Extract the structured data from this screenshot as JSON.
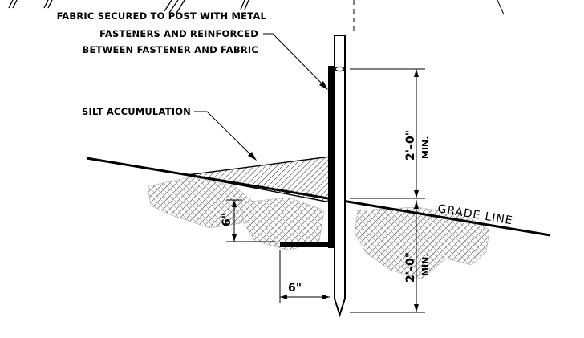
{
  "callouts": {
    "fabric_line1": "FABRIC SECURED TO POST WITH METAL",
    "fabric_line2": "FASTENERS AND REINFORCED",
    "fabric_line3": "BETWEEN FASTENER AND FABRIC",
    "silt": "SILT ACCUMULATION",
    "grade": "GRADE LINE"
  },
  "dimensions": {
    "upper_value": "2'–0\"",
    "upper_note": "MIN.",
    "lower_value": "2'–0\"",
    "lower_note": "MIN.",
    "trench_depth": "6\"",
    "trench_width": "6\""
  }
}
